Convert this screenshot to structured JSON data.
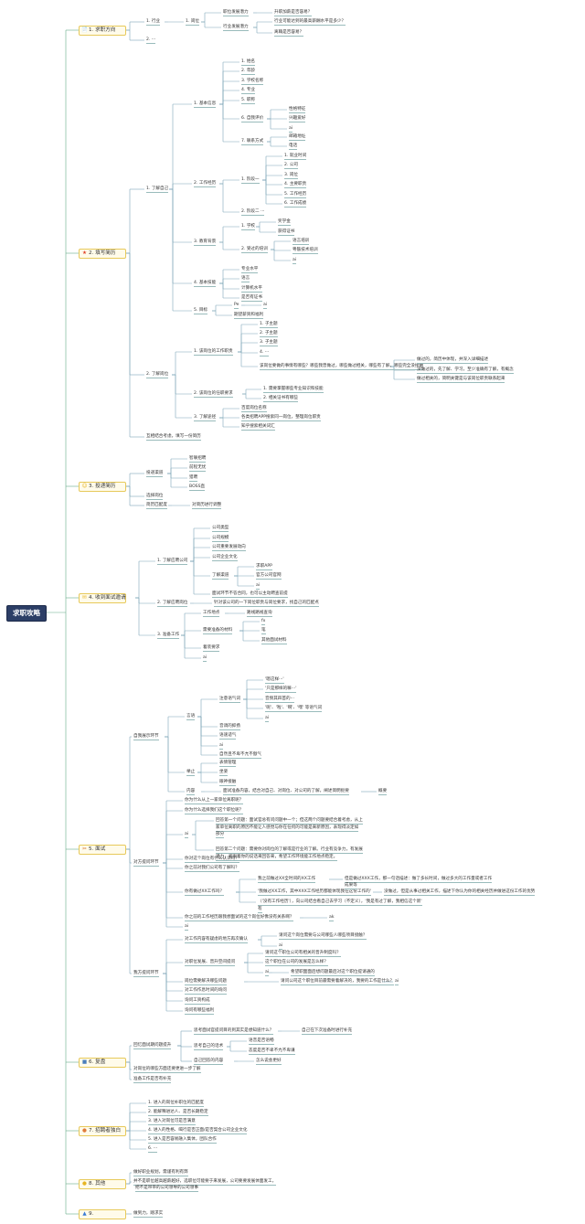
{
  "root": "求职攻略",
  "branches": [
    {
      "label": "1. 求职方向",
      "icon": "📄",
      "icon_name": "document-icon",
      "icon_color": "#e6b422"
    },
    {
      "label": "2. 填写简历",
      "icon": "★",
      "icon_name": "star-icon",
      "icon_color": "#e0442c"
    },
    {
      "label": "3. 投递简历",
      "icon": "☺",
      "icon_name": "smile-icon",
      "icon_color": "#e6b422"
    },
    {
      "label": "4. 收到面试邀请",
      "icon": "✉",
      "icon_name": "envelope-icon",
      "icon_color": "#e6b422"
    },
    {
      "label": "5. 面试",
      "icon": "✂",
      "icon_name": "scissors-icon",
      "icon_color": "#d2691e"
    },
    {
      "label": "6. 复盘",
      "icon": "■",
      "icon_name": "folder-icon",
      "icon_color": "#4a7ebb"
    },
    {
      "label": "7. 招聘者独白",
      "icon": "●",
      "icon_name": "circle-icon",
      "icon_color": "#e07b39"
    },
    {
      "label": "8. 其他",
      "icon": "●",
      "icon_name": "note-icon",
      "icon_color": "#e6b422"
    },
    {
      "label": "9.",
      "icon": "▲",
      "icon_name": "flame-icon",
      "icon_color": "#3a7bd5"
    }
  ],
  "b1": {
    "hangye": "1. 行业",
    "gangwei": "1. 岗位",
    "dots": "2. ···",
    "zhiwei": "职位发展潜力",
    "zhiwei_q": "升职加薪是否容易？",
    "hangye_fz": "行业发展潜力",
    "hy_q1": "行业可能达到的最高薪酬水平是多少？",
    "hy_q2": "离職是否容易？"
  },
  "b2": {
    "ziji": "1. 了解自己",
    "jiben": "1. 基本信息",
    "j1": "1. 姓名",
    "j2": "2. 年龄",
    "j3": "3. 学校名称",
    "j4": "4. 专业",
    "j5": "5. 职称",
    "ziwo": "6. 自我评价",
    "zw1": "性格特征",
    "zw2": "兴趣爱好",
    "zw3": "ai",
    "lianxi": "7. 联系方式",
    "lx1": "邮箱地址",
    "lx2": "电话",
    "gongzuo": "2. 工作经历",
    "jd1": "1. 阶段一",
    "g1": "1. 就业时间",
    "g2": "2. 公司",
    "g3": "3. 岗位",
    "g4": "4. 主要职责",
    "g5": "5. 工作经历",
    "g6": "6. 工作成绩",
    "jd2": "2. 阶段二 ···",
    "jiaoyu": "3. 教育背景",
    "xuexiao": "1. 学校",
    "x1": "奖学金",
    "x2": "获得证书",
    "peixun": "2. 受过的培训",
    "p1": "语言培训",
    "p2": "粤骸技术培训",
    "p3": "ai",
    "jineng": "4. 基本技能",
    "jn1": "专业水平",
    "jn2": "语言",
    "jn3": "计算机水平",
    "jn4": "是否有证书",
    "qita": "5. 目标",
    "q1": "Pe",
    "q2": "期望薪资和福利",
    "q1b": "ai",
    "gangwei": "2. 了解岗位",
    "zhize": "1. 该岗位的工作职责",
    "z1": "1. 子主题",
    "z2": "2. 子主题",
    "z3": "3. 子主题",
    "z4": "4. ···",
    "zhize_txt": "该岗位要做的事情有哪些？哪些我曾做过，哪些做过相关，哪些有了解，哪些完全没接触",
    "zt1": "做过的，简历中体现，并深入详细描述",
    "zt2": "没做过的，先了解、学习，至少准确有了解，有概念",
    "zt3": "做过相关的，简明关键是与该岗位职责联系起来",
    "renzhi": "2. 该岗位的任职要求",
    "r1": "1. 需要掌握哪些专业知识和技能",
    "r2": "2. 相关证书有哪些",
    "tujing": "3. 了解途径",
    "t1": "百度岗位名称",
    "t2": "各类招聘APP搜索同一岗位，整理岗位职责",
    "t3": "知乎搜索相关词汇",
    "foot": "互相结合考虑，填写一份简历"
  },
  "b3": {
    "qudao": "投递渠道",
    "qd1": "智联招聘",
    "qd2": "前程无忧",
    "qd3": "猎聘",
    "qd4": "BOSS直",
    "xuanze": "选择岗位",
    "pipei": "简历匹配度",
    "pipei_v": "对简历进行调整"
  },
  "b4": {
    "gongsi": "1. 了解应聘公司",
    "c1": "公司类型",
    "c2": "公司规模",
    "c3": "公司重要发展动向",
    "c4": "公司企业文化",
    "tujing": "了解渠道",
    "tj1": "求职APP",
    "tj2": "官方公司官网",
    "tj3": "ai",
    "kan": "面试环节不答合同，也可以主动聘查前提",
    "gangwei": "2. 了解应聘岗位",
    "gw_v": "针对该公司的一下岗位职责与岗位要求，找自己的匹配点",
    "zhunbei": "3. 准备工作",
    "zb_dd": "工作地点",
    "zb_dd_v": "路线路线查询",
    "zb_cl": "需要准备的材料",
    "cl1": "fx",
    "cl2": "笔",
    "cl3": "其他面试材料",
    "zb_ch": "着装要求",
    "zb_ai": "ai"
  },
  "b5": {
    "zhanshi": "自我展示环节",
    "yuyan": "言语",
    "yq": "注意语气词",
    "yq1": "'嗯这样···'",
    "yq2": "'只是那样的嘛···'",
    "yq3": "音频其四首的···",
    "yq4": "'呢'、'啦'、'啊'、'嘿' 等语气词",
    "yq5": "ai",
    "yd": "音调的抑扬",
    "ys": "语速适气",
    "yai": "ai",
    "yzc": "自然且不卑不亢不傲气",
    "judong": "举止",
    "jz1": "表情管理",
    "jz2": "坐姿",
    "jz3": "眼神接触",
    "neirong": "内容",
    "nr_v": "面试准备内容，结合对自己、对岗位、对公司的了解，阐述简明扼要",
    "nr_v2": "概要",
    "tiwen": "对方提问环节",
    "tw1": "你为什么从上一家单位离职呢？",
    "tw2": "你为什么选择我们这个职位呢？",
    "ai_lbl": "ai",
    "ai_t1": "回答第一个问题：面试官总有问问题中一个；但这两个问题要结合着考虑，从上",
    "ai_t2": "家单位离职的原因不能让人感觉与你在任何的可能是来新原因，表现得淡定如",
    "ai_t3": "部分",
    "ai_t4": "回答第二个问题：需要你对岗位的了解或是行业的了解。行业有竞争力，有发展",
    "ai_t5": "潜力，紧跟着你的说话来回答来，希望工作环境能工作地点稳定。",
    "tw3": "你对这个岗位有什么认识吗？",
    "tw4": "你之前对我们公司有了解吗？",
    "tw5": "你有做过XX工作吗？",
    "tw5a": "我之前做过XX全时间的XX工作",
    "tw5a2": "但是做过XXX工作，那一句话描述：做了多长时间，做过多大的工作量或者工作",
    "tw5a3": "成果等",
    "tw5b": "'我做过XX工作，其中XXX工作经历都能体现我在这份工作的'",
    "tw5b2": "没做过，但是从事过相关工作，描述下你认为你的相关经历并做进这份工作的优势",
    "tw5c": "（'没有工作经历'），向公司结合看自己去学习（不定义），'我是有过了解，我相信这个新'",
    "tw5c2": "有",
    "tw6": "你之前的工作经历跟我想面试的这个岗位好像没有关系啊？",
    "tw6v": "ak",
    "tw7": "ai",
    "fanwen": "我方提问环节",
    "fw1": "对工作内容有疑虑的地方再次确认",
    "fw1a": "请问这个岗位需要与公司哪些人哪些项目接触？",
    "fw1b": "ai",
    "fw2": "对职位发展、晋升空间提问",
    "fw2a": "请问这个职位公司有相关的晋升制度吗？",
    "fw2b": "这个职位在公司的发展是怎么样？",
    "fw2c": "ai",
    "fw2d": "希望职面面后想问题最后对这个职位提请通的",
    "fw3": "岗位需要解决哪些问题",
    "fw3v": "请问公司这个职位目前最需要着解决的，我要的工作是什么？",
    "fw3v2": "ai",
    "fw4": "对工作作息时间的询问",
    "fw5": "询问工资构成",
    "fw6": "询问有哪些福利"
  },
  "b6": {
    "mianshi": "回忆面试期问题提升",
    "fp1": "思考面试官提问目的到其实是想知道什么？",
    "fp1v": "自己在下次准备时进行补充",
    "fp2": "思考自己的话术",
    "fp2a": "语音是否语畅",
    "fp2b": "态度是否不卑不亢不卑谦",
    "fp3": "自己回答的内容",
    "fp3v": "怎么说会更好",
    "fp4": "对岗位的哪些方面还要更进一步了解",
    "fp5": "准备工作是否有补充"
  },
  "b7": {
    "items": [
      "1. 进入的岗位补职位的匹配度",
      "2. 能解释进达人、是否长期稳定",
      "3. 进入对岗位可是否满意",
      "4. 进入的性格、喝行是否正面/是否契合公司企业文化",
      "5. 进入是否容易融入集体，团队合作",
      "6. ···"
    ]
  },
  "b8": {
    "l1": "做好职业规划，需谨有利有弊",
    "l2": "并不是职位越高越薪越好，选职位可能要于来发展，公司要要发展体面发工，",
    "l3": "把不是带带的公司领导的公司领事"
  },
  "b9": {
    "l1": "做到力，踏求实"
  }
}
